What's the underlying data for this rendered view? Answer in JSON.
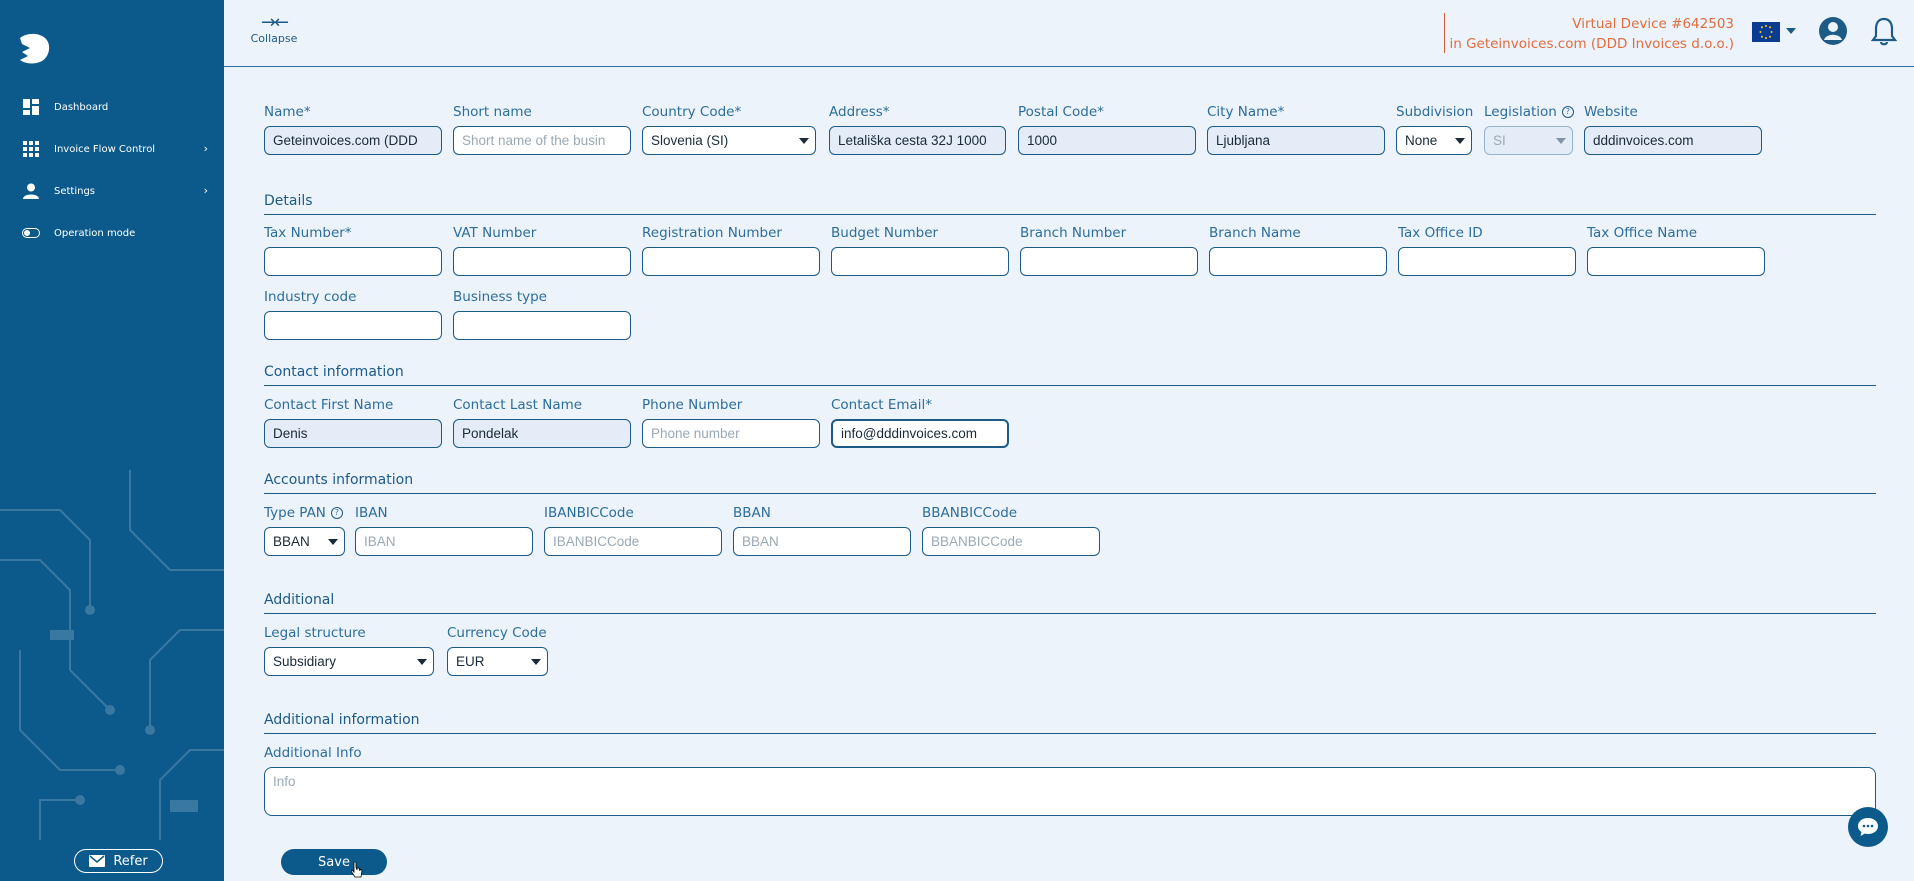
{
  "sidebar": {
    "items": [
      {
        "label": "Dashboard",
        "icon": "dashboard-icon"
      },
      {
        "label": "Invoice Flow Control",
        "icon": "grid-icon"
      },
      {
        "label": "Settings",
        "icon": "person-icon"
      },
      {
        "label": "Operation mode",
        "icon": "toggle-icon"
      }
    ],
    "refer_label": "Refer"
  },
  "topbar": {
    "collapse_label": "Collapse",
    "device_line1": "Virtual Device #642503",
    "device_line2_prefix": "in ",
    "device_line2": "Geteinvoices.com (DDD Invoices d.o.o.)"
  },
  "company": {
    "name": {
      "label": "Name*",
      "value": "Geteinvoices.com (DDD"
    },
    "short_name": {
      "label": "Short name",
      "placeholder": "Short name of the busin"
    },
    "country": {
      "label": "Country Code*",
      "value": "Slovenia (SI)"
    },
    "address": {
      "label": "Address*",
      "value": "Letališka cesta 32J 1000"
    },
    "postal": {
      "label": "Postal Code*",
      "value": "1000"
    },
    "city": {
      "label": "City Name*",
      "value": "Ljubljana"
    },
    "subdivision": {
      "label": "Subdivision",
      "value": "None"
    },
    "legislation": {
      "label": "Legislation",
      "value": "SI"
    },
    "website": {
      "label": "Website",
      "value": "dddinvoices.com"
    }
  },
  "details": {
    "title": "Details",
    "fields": [
      "Tax Number*",
      "VAT Number",
      "Registration Number",
      "Budget Number",
      "Branch Number",
      "Branch Name",
      "Tax Office ID",
      "Tax Office Name"
    ],
    "industry": "Industry code",
    "business": "Business type"
  },
  "contact": {
    "title": "Contact information",
    "first": {
      "label": "Contact First Name",
      "value": "Denis"
    },
    "last": {
      "label": "Contact Last Name",
      "value": "Pondelak"
    },
    "phone": {
      "label": "Phone Number",
      "placeholder": "Phone number"
    },
    "email": {
      "label": "Contact Email*",
      "value": "info@dddinvoices.com"
    }
  },
  "accounts": {
    "title": "Accounts information",
    "type_pan": {
      "label": "Type PAN",
      "value": "BBAN"
    },
    "iban": {
      "label": "IBAN",
      "placeholder": "IBAN"
    },
    "ibanbic": {
      "label": "IBANBICCode",
      "placeholder": "IBANBICCode"
    },
    "bban": {
      "label": "BBAN",
      "placeholder": "BBAN"
    },
    "bbanbic": {
      "label": "BBANBICCode",
      "placeholder": "BBANBICCode"
    }
  },
  "additional": {
    "title": "Additional",
    "legal": {
      "label": "Legal structure",
      "value": "Subsidiary"
    },
    "currency": {
      "label": "Currency Code",
      "value": "EUR"
    }
  },
  "additional_info": {
    "title": "Additional information",
    "label": "Additional Info",
    "placeholder": "Info"
  },
  "save_label": "Save",
  "colors": {
    "sidebar": "#0c5a8c",
    "accent": "#e06d3f",
    "text": "#1d5a86"
  }
}
